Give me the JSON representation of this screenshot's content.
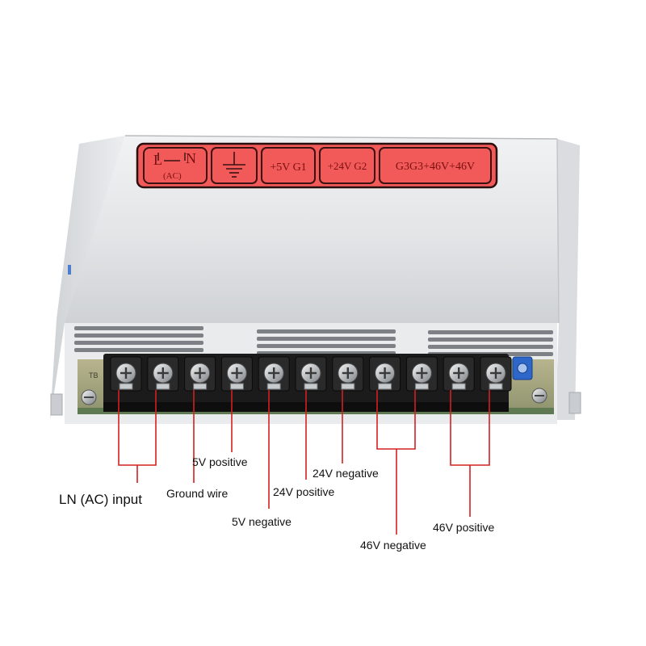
{
  "label_plate": {
    "ln_l": "L",
    "ln_n": "N",
    "ln_sub": "(AC)",
    "ground_icon": "ground-symbol-icon",
    "group_5v": "+5V G1",
    "group_24v": "+24V G2",
    "group_46v": "G3G3+46V+46V"
  },
  "terminal_block_mark": "TB",
  "terminal_count": 11,
  "annotations": {
    "ln_input": "LN (AC) input",
    "ground": "Ground wire",
    "v5_positive": "5V positive",
    "v5_negative": "5V negative",
    "v24_positive": "24V positive",
    "v24_negative": "24V negative",
    "v46_negative": "46V negative",
    "v46_positive": "46V positive"
  },
  "colors": {
    "plate_red": "#f25a5a",
    "callout_red": "#d42020",
    "casing": "#e4e6e8",
    "terminal_black": "#1b1b1b"
  }
}
